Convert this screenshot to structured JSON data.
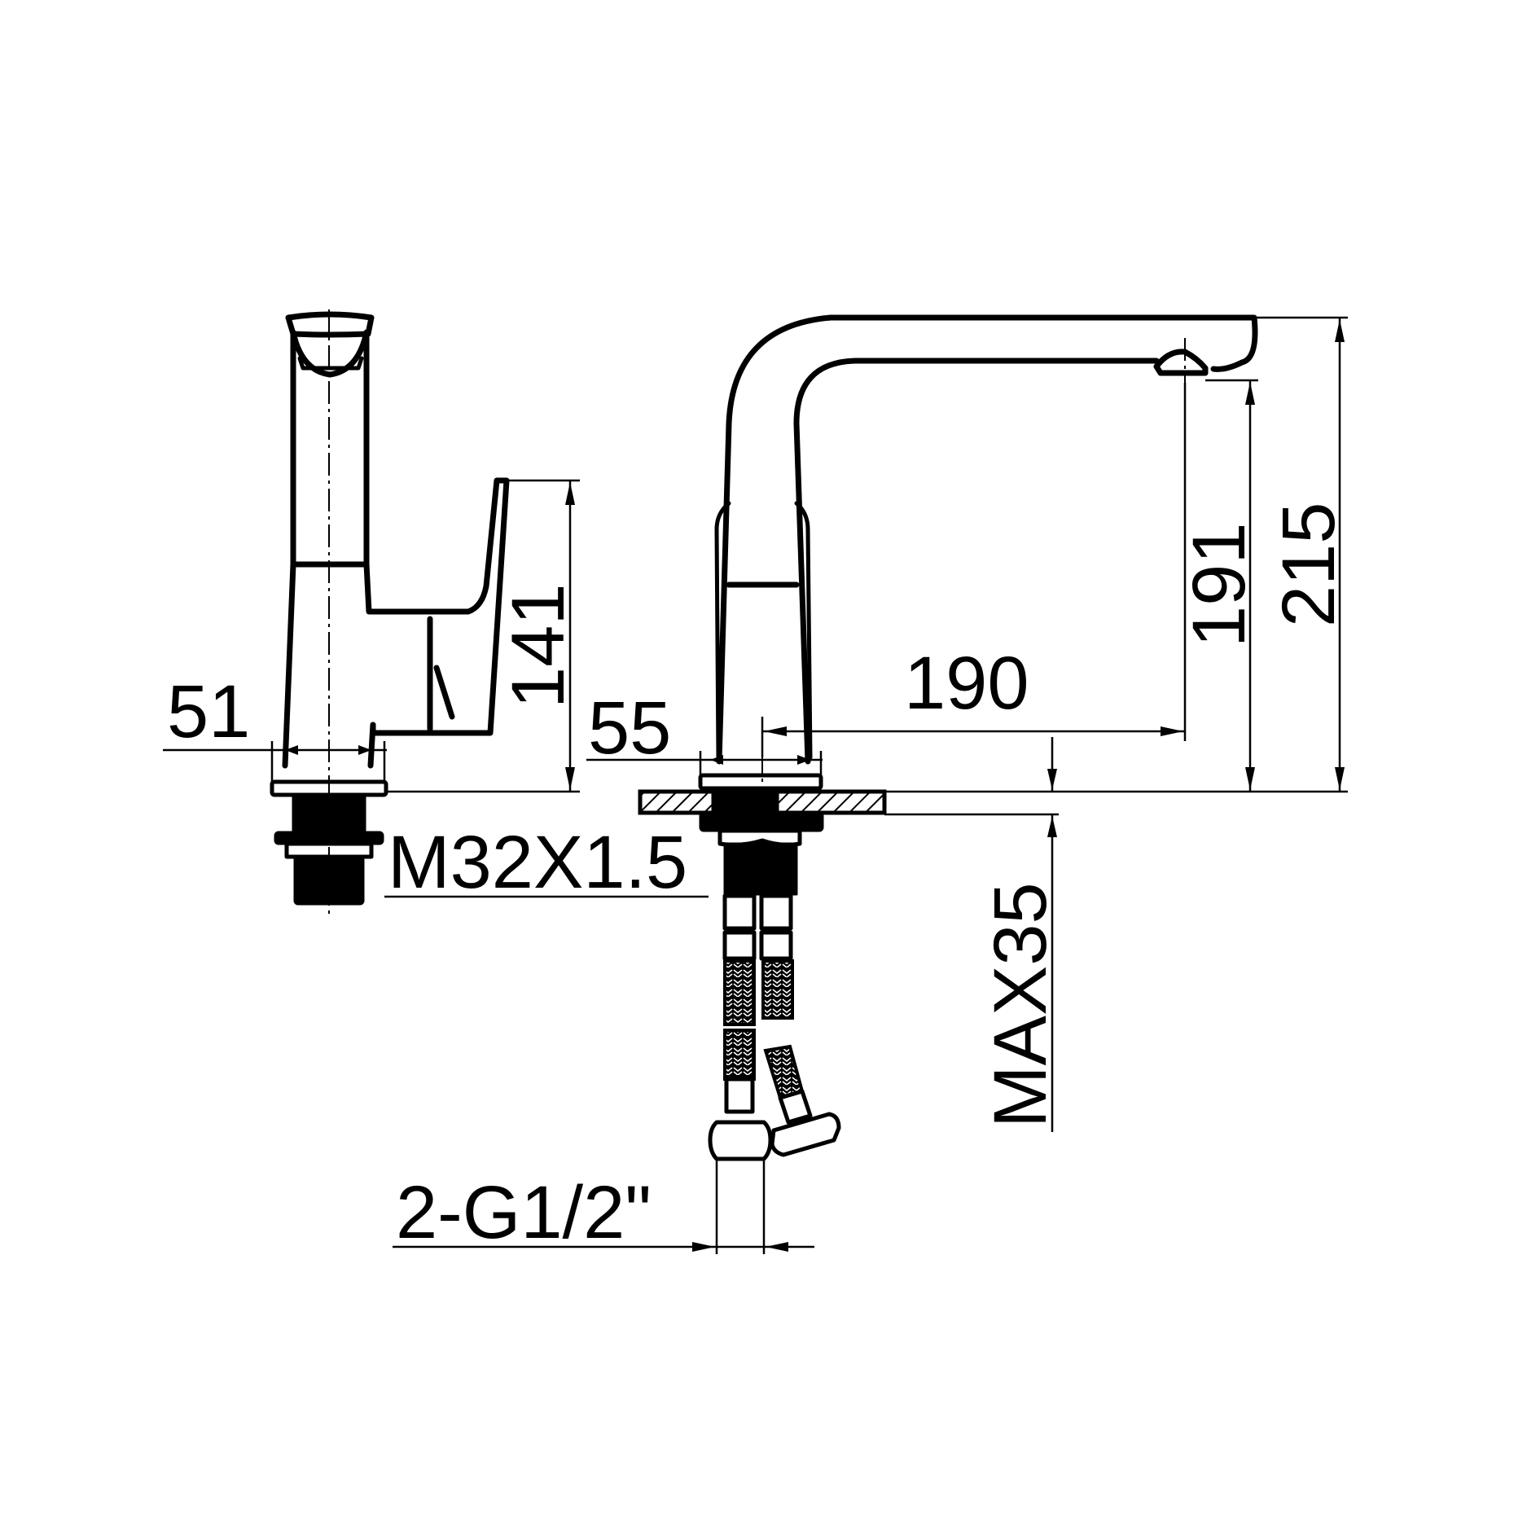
{
  "drawing": {
    "subject": "Single-lever kitchen faucet (side and front views)",
    "colors": {
      "line": "#000000",
      "background": "#ffffff"
    },
    "dimensions": {
      "base_width_side": "51",
      "handle_height": "141",
      "base_width_front": "55",
      "spout_reach": "190",
      "spout_outlet_height": "191",
      "total_height": "215",
      "mounting_thread": "M32X1.5",
      "max_deck_thickness": "MAX35",
      "supply_hoses": "2-G1/2\""
    }
  }
}
